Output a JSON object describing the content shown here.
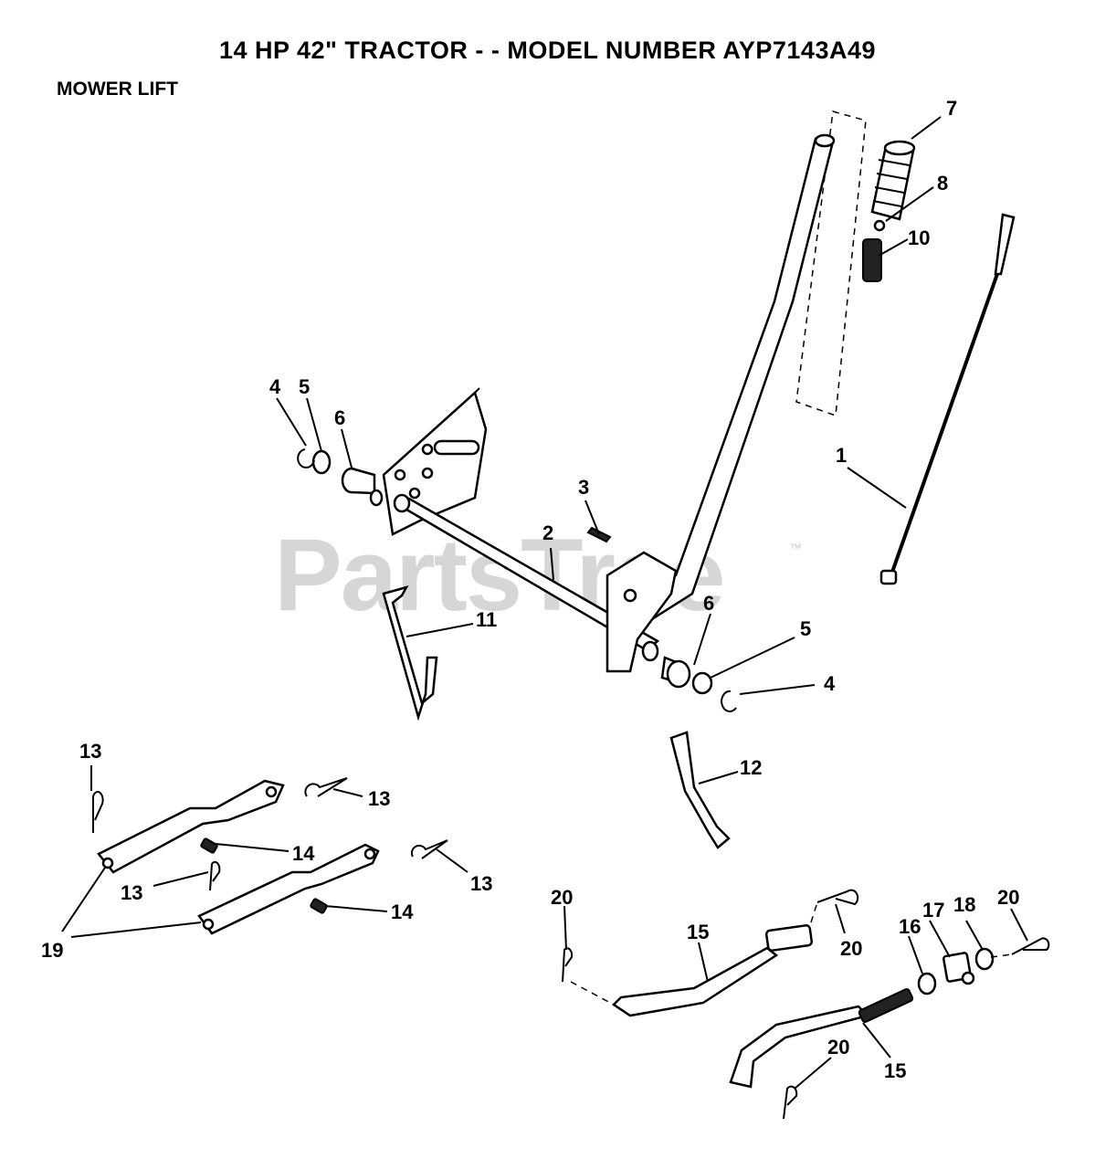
{
  "title": "14 HP 42\" TRACTOR - - MODEL NUMBER AYP7143A49",
  "section": "MOWER LIFT",
  "watermark": "PartsTree",
  "trademark": "™",
  "callouts": {
    "c7": "7",
    "c8": "8",
    "c10": "10",
    "c4a": "4",
    "c5a": "5",
    "c6a": "6",
    "c3": "3",
    "c2": "2",
    "c1": "1",
    "c11": "11",
    "c6b": "6",
    "c5b": "5",
    "c4b": "4",
    "c12": "12",
    "c13a": "13",
    "c13b": "13",
    "c14a": "14",
    "c13c": "13",
    "c13d": "13",
    "c14b": "14",
    "c19": "19",
    "c20a": "20",
    "c15a": "15",
    "c20b": "20",
    "c16": "16",
    "c17": "17",
    "c18": "18",
    "c20c": "20",
    "c20d": "20",
    "c15b": "15"
  }
}
